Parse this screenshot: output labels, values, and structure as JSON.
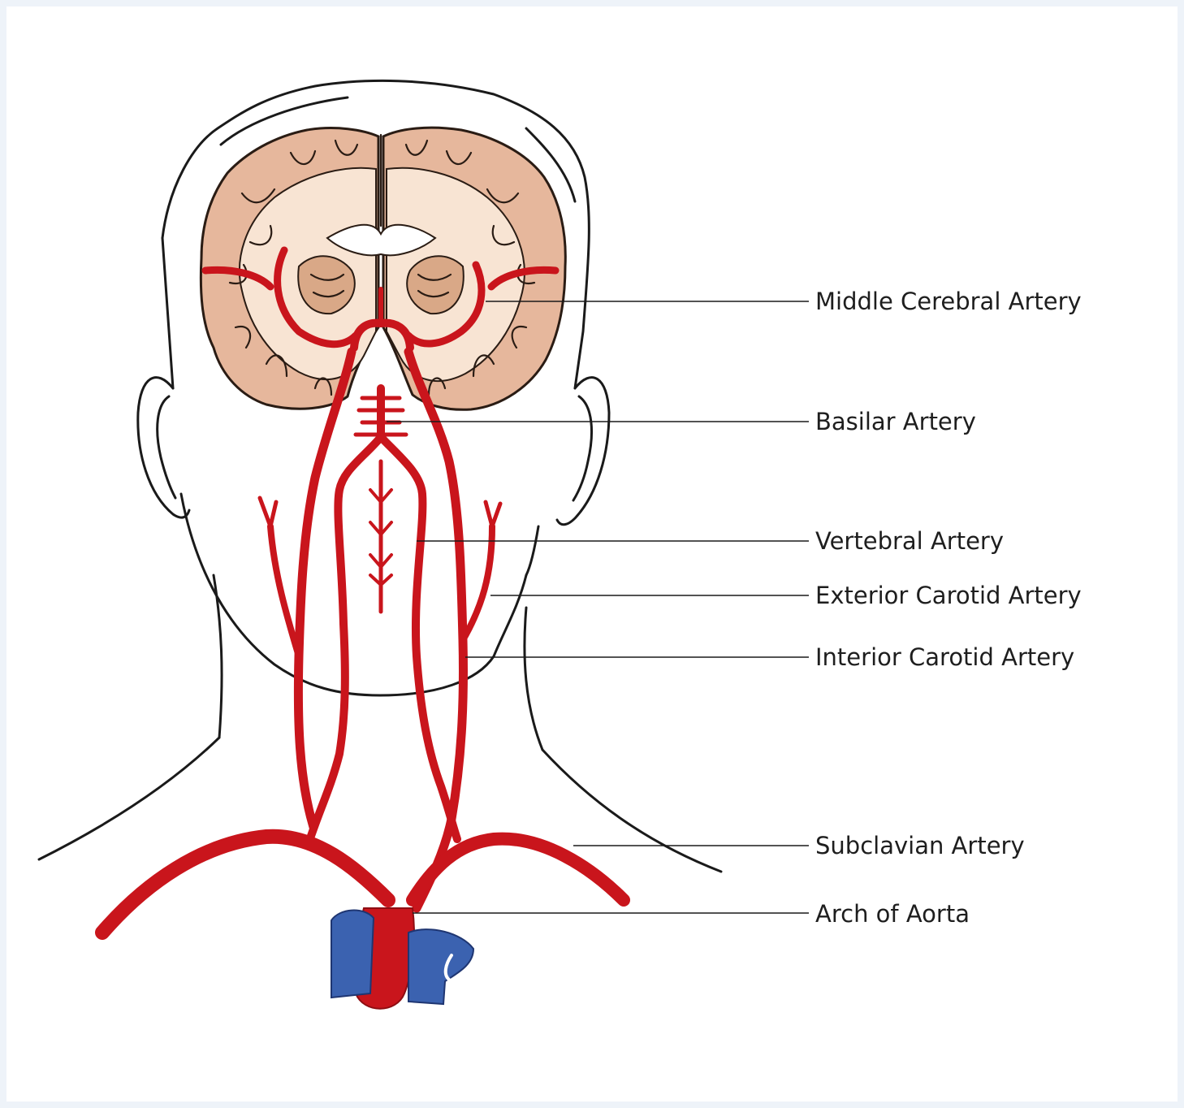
{
  "labels": {
    "middle_cerebral": "Middle Cerebral Artery",
    "basilar": "Basilar Artery",
    "vertebral": "Vertebral Artery",
    "exterior_carotid": "Exterior Carotid Artery",
    "interior_carotid": "Interior Carotid Artery",
    "subclavian": "Subclavian Artery",
    "arch_of_aorta": "Arch of Aorta"
  },
  "colors": {
    "artery": "#c9151c",
    "vein": "#3b62b0",
    "brain_cortex": "#e6b79c",
    "brain_white_matter": "#f8e4d3",
    "outline": "#1a1a1a"
  }
}
